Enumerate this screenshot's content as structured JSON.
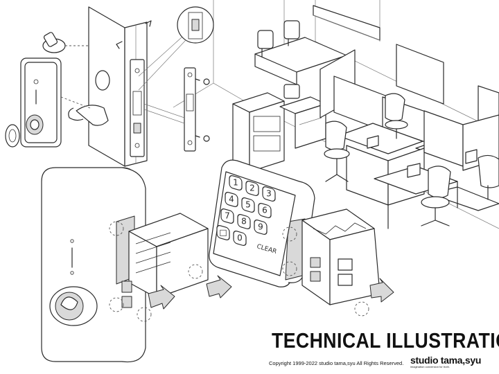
{
  "title": "TECHNICAL ILLUSTRATION",
  "copyright": "Copyright 1999-2022 studio tama,syu All Rights Reserved.",
  "brand": {
    "name": "studio tama,syu",
    "tagline": "imagination conversion for truth."
  },
  "keypad": {
    "keys": [
      "1",
      "2",
      "3",
      "4",
      "5",
      "6",
      "7",
      "8",
      "9",
      "□",
      "0",
      "CLEAR"
    ]
  },
  "icons": [
    "door-lock-icon",
    "keypad-lock-icon",
    "office-cubicle-icon",
    "arrow-icon",
    "screw-icon"
  ],
  "colors": {
    "ink": "#2a2a2a",
    "shade": "#d9d9d9",
    "background": "#ffffff"
  }
}
